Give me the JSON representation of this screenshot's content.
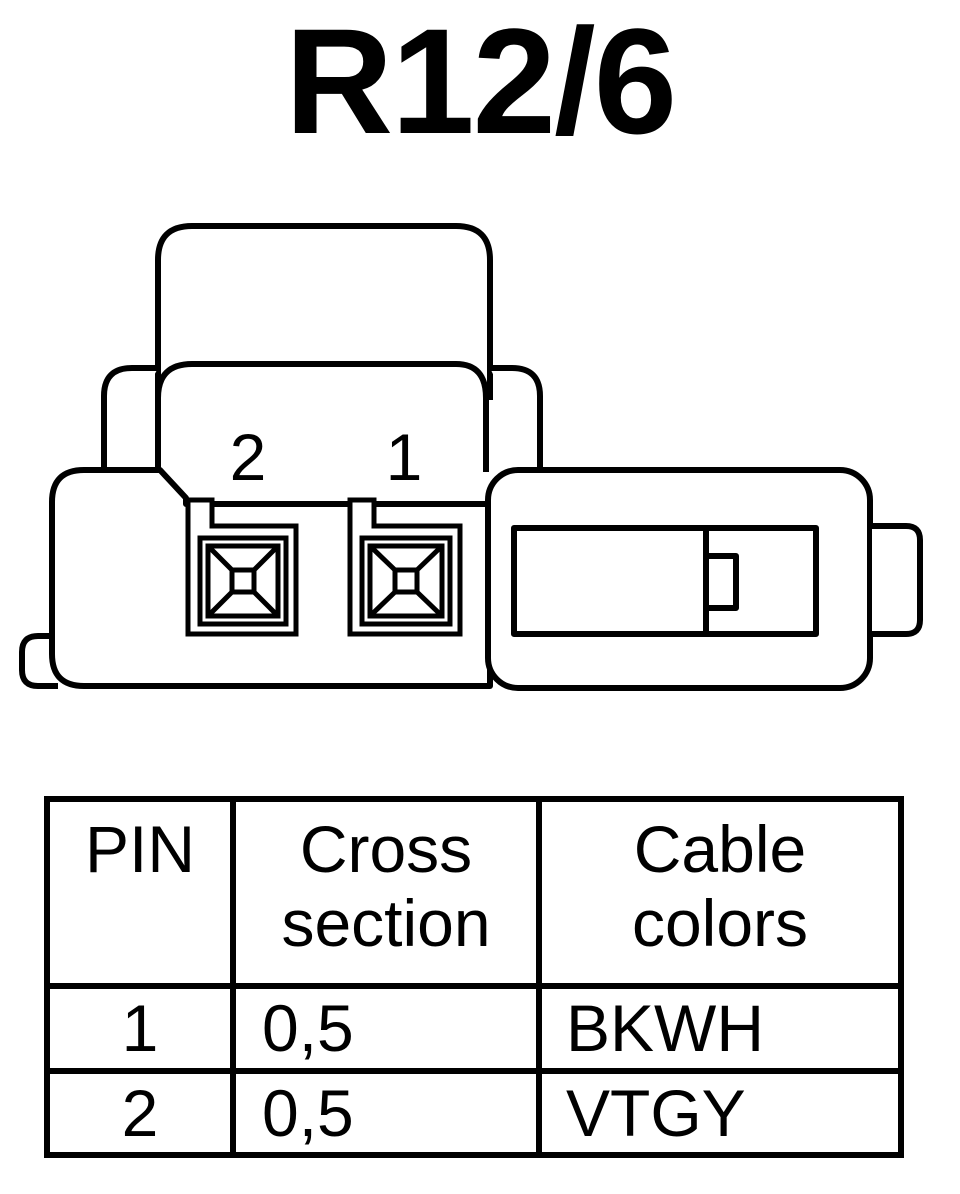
{
  "title": "R12/6",
  "connector": {
    "pin_labels": [
      "2",
      "1"
    ]
  },
  "table": {
    "headers": [
      "PIN",
      "Cross section",
      "Cable colors"
    ],
    "rows": [
      {
        "pin": "1",
        "cross_section": "0,5",
        "cable_color": "BKWH"
      },
      {
        "pin": "2",
        "cross_section": "0,5",
        "cable_color": "VTGY"
      }
    ]
  }
}
